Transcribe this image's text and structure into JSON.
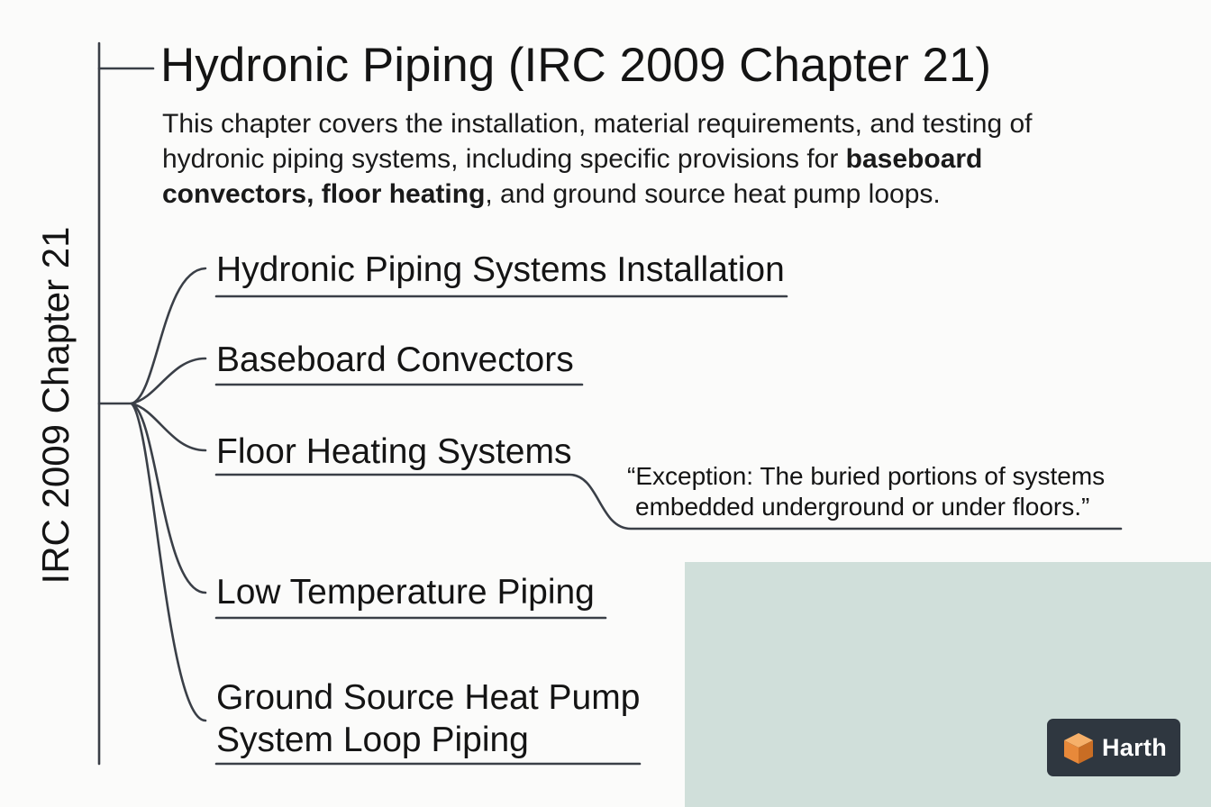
{
  "diagram": {
    "root_label": "IRC 2009 Chapter 21",
    "title": "Hydronic Piping (IRC 2009 Chapter 21)",
    "description": {
      "part1": "This chapter covers the installation, material requirements, and testing of hydronic piping systems, including specific provisions for ",
      "bold": "baseboard convectors, floor heating",
      "part2": ", and ground source heat pump loops."
    },
    "branches": [
      {
        "label": "Hydronic Piping Systems Installation"
      },
      {
        "label": "Baseboard Convectors"
      },
      {
        "label": "Floor Heating Systems"
      },
      {
        "label": "Low Temperature Piping"
      },
      {
        "label_line1": "Ground Source Heat Pump",
        "label_line2": "System Loop Piping"
      }
    ],
    "exception_note": {
      "line1": "“Exception: The buried portions of systems",
      "line2": "embedded underground or under floors.”"
    }
  },
  "logo": {
    "text": "Harth",
    "icon": "cube-icon"
  },
  "colors": {
    "line": "#3a3f47",
    "panel": "#d0dfda",
    "badge": "#2f3740",
    "cube_light": "#f6b06a",
    "cube_mid": "#e8893a",
    "cube_dark": "#c96d24"
  }
}
